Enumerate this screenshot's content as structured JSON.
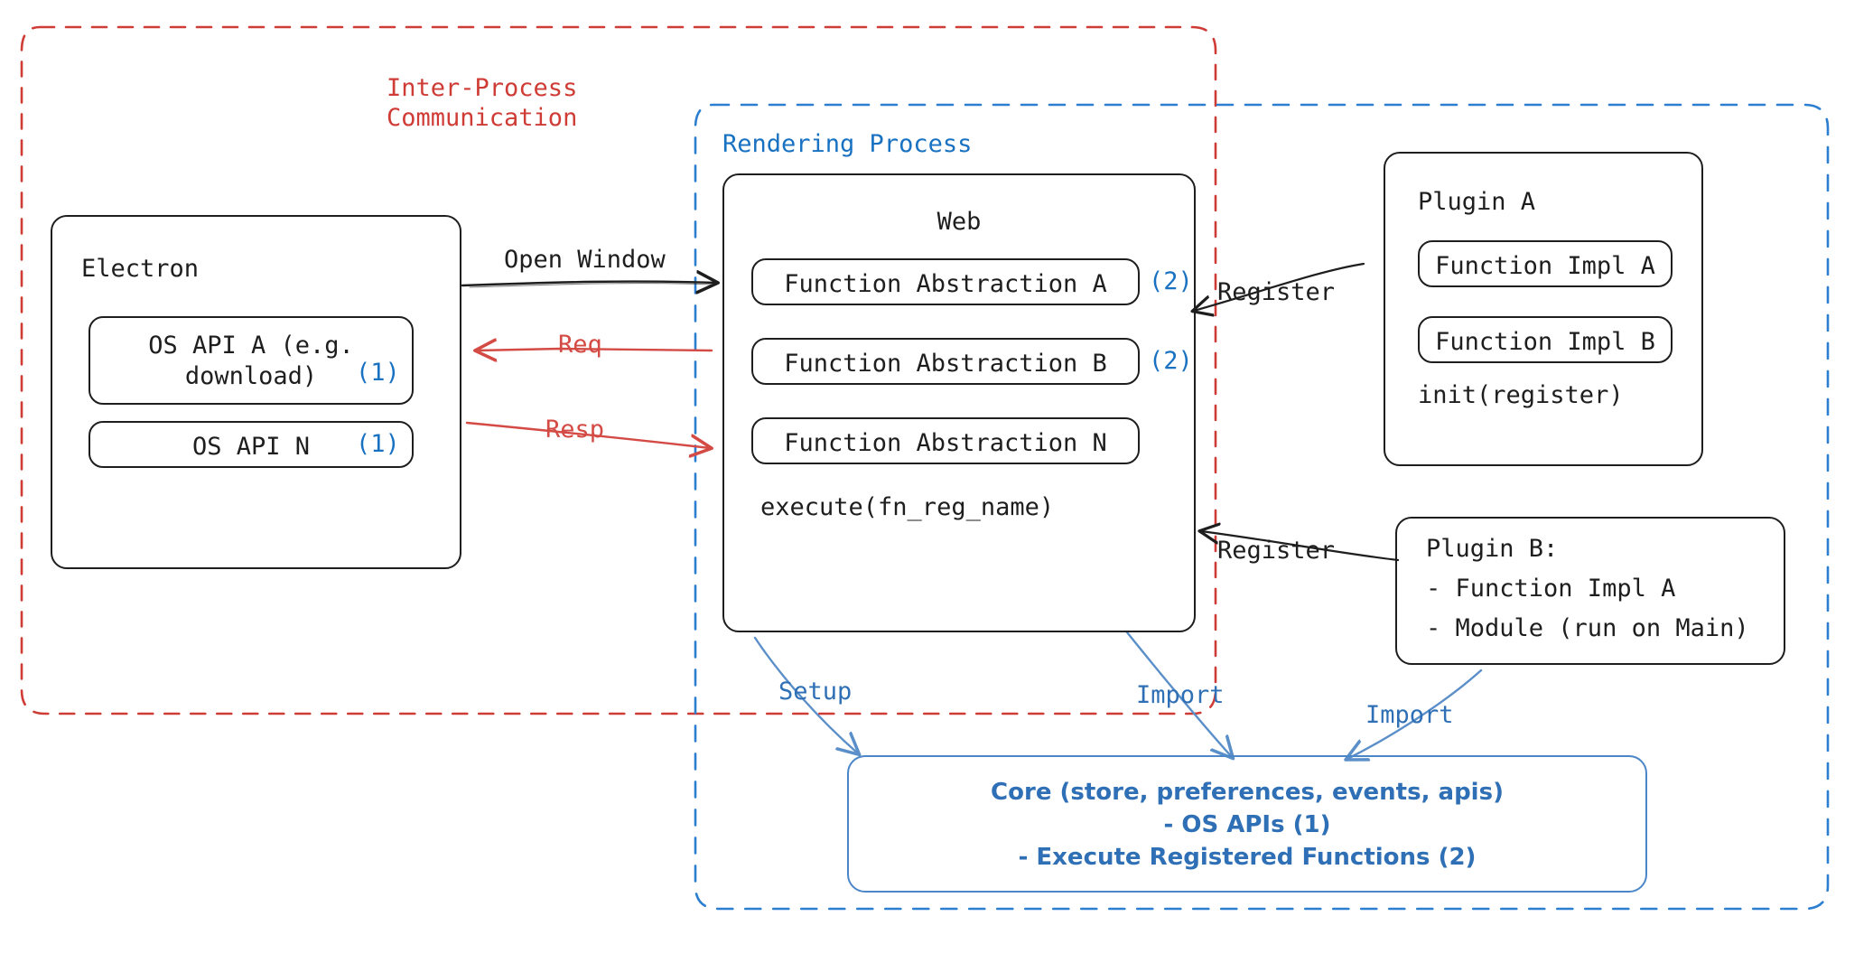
{
  "diagram": {
    "title": "Electron plugin architecture",
    "colors": {
      "ipc_red": "#cf3b35",
      "render_blue": "#1971c2",
      "core_blue": "#2f6fb5",
      "arrow_red": "#d44a44",
      "arrow_blue": "#5b8fc9",
      "stroke_black": "#1e1e1e",
      "marker_blue": "#1971c2"
    }
  },
  "groups": {
    "ipc": {
      "label": "Inter-Process\nCommunication"
    },
    "rendering": {
      "label": "Rendering Process"
    }
  },
  "electron": {
    "title": "Electron",
    "items": [
      {
        "label": "OS API A (e.g.\ndownload)",
        "marker": "(1)"
      },
      {
        "label": "OS API N",
        "marker": "(1)"
      }
    ]
  },
  "web": {
    "title": "Web",
    "items": [
      {
        "label": "Function Abstraction A",
        "marker": "(2)"
      },
      {
        "label": "Function Abstraction B",
        "marker": "(2)"
      },
      {
        "label": "Function Abstraction N",
        "marker": ""
      }
    ],
    "footer": "execute(fn_reg_name)"
  },
  "plugin_a": {
    "title": "Plugin A",
    "items": [
      {
        "label": "Function Impl A"
      },
      {
        "label": "Function Impl B"
      }
    ],
    "footer": "init(register)"
  },
  "plugin_b": {
    "title": "Plugin B:",
    "lines": [
      "- Function Impl A",
      "- Module (run on Main)"
    ]
  },
  "core": {
    "lines": [
      "Core (store, preferences, events, apis)",
      "- OS APIs (1)",
      "- Execute Registered Functions (2)"
    ]
  },
  "edges": [
    {
      "id": "open-window",
      "label": "Open Window",
      "color": "black"
    },
    {
      "id": "req",
      "label": "Req",
      "color": "red"
    },
    {
      "id": "resp",
      "label": "Resp",
      "color": "red"
    },
    {
      "id": "register-a",
      "label": "Register",
      "color": "black"
    },
    {
      "id": "register-b",
      "label": "Register",
      "color": "black"
    },
    {
      "id": "setup",
      "label": "Setup",
      "color": "blue"
    },
    {
      "id": "import-web",
      "label": "Import",
      "color": "blue"
    },
    {
      "id": "import-plugin-b",
      "label": "Import",
      "color": "blue"
    }
  ]
}
